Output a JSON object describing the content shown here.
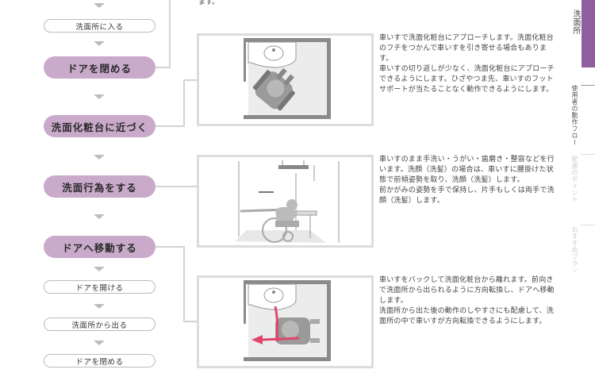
{
  "top_note": "ます。",
  "flow": {
    "steps": [
      {
        "label": "洗面所に入る",
        "type": "small"
      },
      {
        "label": "ドアを閉める",
        "type": "big"
      },
      {
        "label": "洗面化粧台に近づく",
        "type": "big"
      },
      {
        "label": "洗面行為をする",
        "type": "big"
      },
      {
        "label": "ドアへ移動する",
        "type": "big"
      },
      {
        "label": "ドアを開ける",
        "type": "small"
      },
      {
        "label": "洗面所から出る",
        "type": "small"
      },
      {
        "label": "ドアを閉める",
        "type": "small"
      }
    ]
  },
  "sections": [
    {
      "figure": "wheelchair-approach-plan-view",
      "description": "車いすで洗面化粧台にアプローチします。洗面化粧台のフチをつかんで車いすを引き寄せる場合もあります。\n車いすの切り返しが少なく、洗面化粧台にアプローチできるようにします。ひざやつま先、車いすのフットサポートが当たることなく動作できるようにします。"
    },
    {
      "figure": "wheelchair-washing-side-view",
      "description": "車いすのまま手洗い・うがい・歯磨き・整容などを行います。洗顔（洗髪）の場合は、車いすに腰掛けた状態で前傾姿勢を取り、洗顔（洗髪）します。\n前かがみの姿勢を手で保持し、片手もしくは両手で洗顔（洗髪）します。"
    },
    {
      "figure": "wheelchair-turning-plan-view",
      "description": "車いすをバックして洗面化粧台から離れます。前向きで洗面所から出られるように方向転換し、ドアへ移動します。\n洗面所から出た後の動作のしやすさにも配慮して、洗面所の中で車いすが方向転換できるようにします。"
    }
  ],
  "side_nav": {
    "items": [
      {
        "label": "洗面所",
        "active": true
      },
      {
        "label": "使用者の動作フロー",
        "active": false
      },
      {
        "label": "配慮のポイント",
        "active": false
      },
      {
        "label": "おすすめプラン",
        "active": false
      }
    ]
  },
  "colors": {
    "accent_purple": "#8e5f9c",
    "pill_purple": "#c9aacb",
    "line_gray": "#d3d3d3",
    "arrow_red": "#e0456b"
  }
}
